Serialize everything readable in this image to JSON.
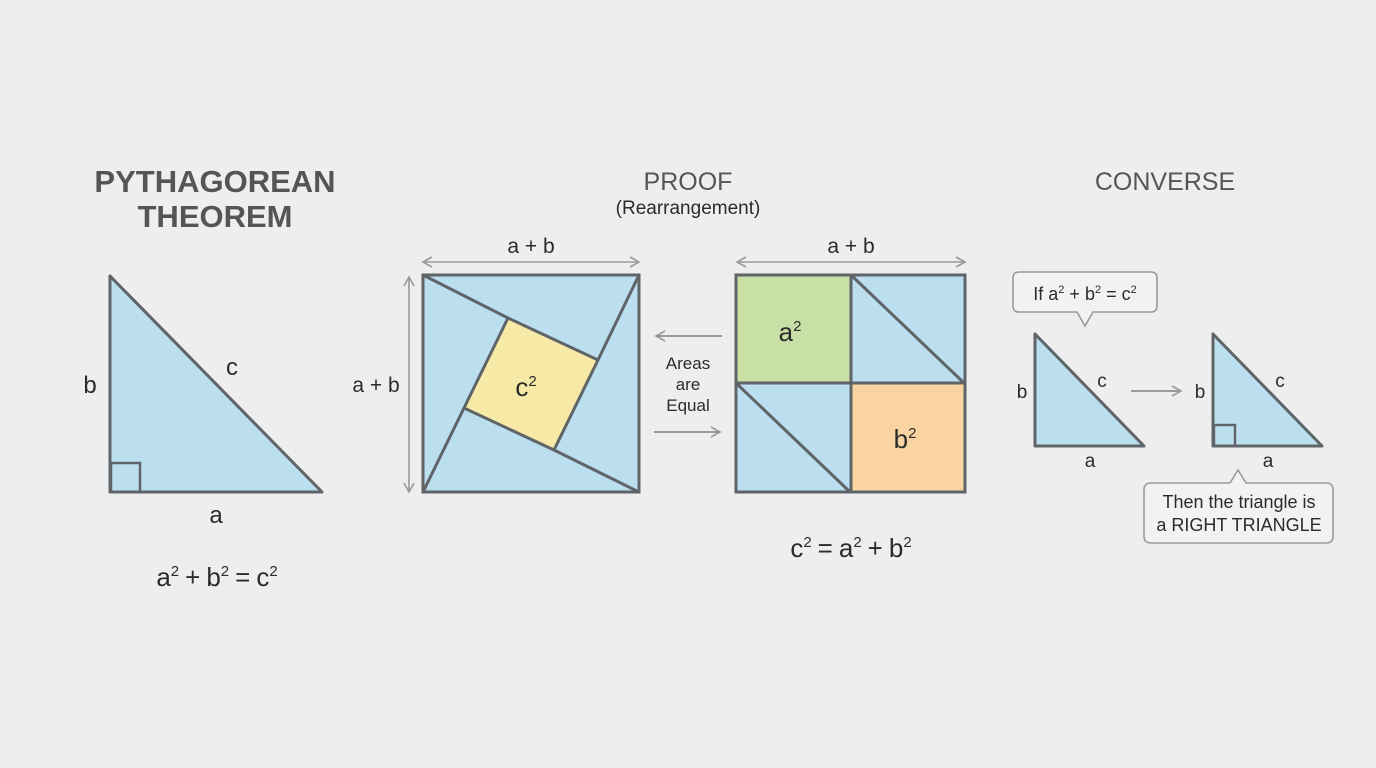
{
  "colors": {
    "background": "#eeeeee",
    "triangle_fill": "#bcdff0",
    "stroke": "#5f6468",
    "c_square": "#f7eaa6",
    "a_square": "#c8e0a6",
    "b_square": "#f9d3a0",
    "dim_line": "#9a9a9a"
  },
  "theorem": {
    "title_line1": "PYTHAGOREAN",
    "title_line2": "THEOREM",
    "side_a": "a",
    "side_b": "b",
    "side_c": "c",
    "formula": {
      "a": "a",
      "b": "b",
      "c": "c",
      "exp": "2",
      "plus": "+",
      "eq": "="
    }
  },
  "proof": {
    "title": "PROOF",
    "subtitle": "(Rearrangement)",
    "left_square": {
      "width_label": "a + b",
      "height_label": "a + b",
      "center_label": "c",
      "center_exp": "2"
    },
    "middle": {
      "line1": "Areas",
      "line2": "are",
      "line3": "Equal"
    },
    "right_square": {
      "width_label": "a + b",
      "a_label": "a",
      "b_label": "b",
      "exp": "2"
    },
    "formula": {
      "c": "c",
      "a": "a",
      "b": "b",
      "exp": "2",
      "plus": "+",
      "eq": "="
    }
  },
  "converse": {
    "title": "CONVERSE",
    "if_bubble": {
      "prefix": "If ",
      "a": "a",
      "b": "b",
      "c": "c",
      "exp": "2",
      "plus": " + ",
      "eq": " = "
    },
    "left_triangle": {
      "a": "a",
      "b": "b",
      "c": "c"
    },
    "right_triangle": {
      "a": "a",
      "b": "b",
      "c": "c"
    },
    "then_bubble": {
      "line1": "Then the triangle is",
      "line2": "a RIGHT TRIANGLE"
    }
  }
}
